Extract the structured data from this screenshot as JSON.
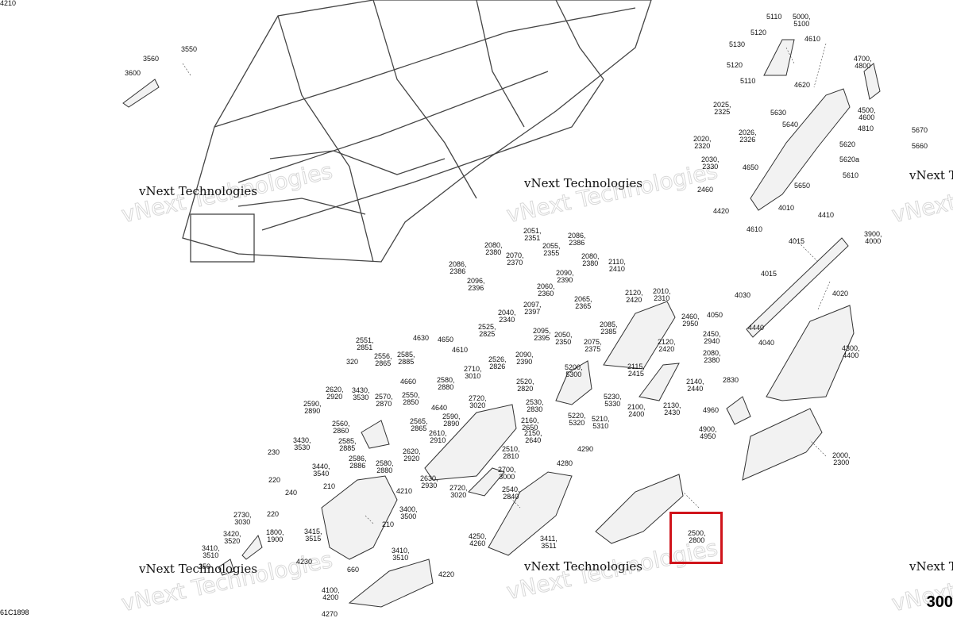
{
  "diagram": {
    "watermark": "vNext Technologies",
    "page_number": "300",
    "drawing_code": "61C1898",
    "highlighted_callout": "2500,\n2800",
    "callouts": [
      "5110",
      "5000,\n5100",
      "5120",
      "4610",
      "5130",
      "4700,\n4800",
      "5120",
      "4620",
      "5110",
      "5630",
      "4500,\n4600",
      "5640",
      "4810",
      "5670",
      "5620",
      "5660",
      "3550",
      "3560",
      "3600",
      "2025,\n2325",
      "2026,\n2326",
      "2020,\n2320",
      "2030,\n2330",
      "4650",
      "5620a",
      "5610",
      "5650",
      "2460",
      "4420",
      "4010",
      "4410",
      "4610",
      "3900,\n4000",
      "4015",
      "4015",
      "4030",
      "4020",
      "4050",
      "4440",
      "4040",
      "4300,\n4400",
      "2830",
      "4960",
      "4900,\n4950",
      "2000,\n2300",
      "2051,\n2351",
      "2080,\n2380",
      "2055,\n2355",
      "2086,\n2386",
      "2070,\n2370",
      "2086,\n2386",
      "2080,\n2380",
      "2090,\n2390",
      "2096,\n2396",
      "2110,\n2410",
      "2060,\n2360",
      "2120,\n2420",
      "2010,\n2310",
      "2097,\n2397",
      "2065,\n2365",
      "2040,\n2340",
      "2460,\n2950",
      "2525,\n2825",
      "2095,\n2395",
      "2050,\n2350",
      "2085,\n2385",
      "2450,\n2940",
      "2075,\n2375",
      "2120,\n2420",
      "2080,\n2380",
      "2090,\n2390",
      "2526,\n2826",
      "2115,\n2415",
      "2520,\n2820",
      "5200,\n5300",
      "2140,\n2440",
      "5230,\n5330",
      "2100,\n2400",
      "2130,\n2430",
      "5220,\n5320",
      "5210,\n5310",
      "2551,\n2851",
      "4630",
      "4650",
      "4610",
      "2556,\n2865",
      "2585,\n2885",
      "320",
      "2710,\n3010",
      "4660",
      "2580,\n2880",
      "3430,\n3530",
      "2620,\n2920",
      "2570,\n2870",
      "2550,\n2850",
      "2720,\n3020",
      "2590,\n2890",
      "4640",
      "2530,\n2830",
      "2560,\n2860",
      "2565,\n2865",
      "2590,\n2890",
      "2160,\n2650",
      "2610,\n2910",
      "2585,\n2885",
      "2150,\n2640",
      "3430,\n3530",
      "2620,\n2920",
      "2510,\n2810",
      "230",
      "2586,\n2886",
      "2580,\n2880",
      "4290",
      "3440,\n3540",
      "2700,\n3000",
      "4280",
      "220",
      "2630,\n2930",
      "210",
      "2720,\n3020",
      "240",
      "2540,\n2840",
      "4210",
      "3400,\n3500",
      "2730,\n3030",
      "220",
      "210",
      "3420,\n3520",
      "1800,\n1900",
      "3415,\n3515",
      "3411,\n3511",
      "4250,\n4260",
      "4230",
      "3410,\n3510",
      "3410,\n3510",
      "250",
      "660",
      "4220",
      "4100,\n4200",
      "4270",
      "4210"
    ]
  }
}
